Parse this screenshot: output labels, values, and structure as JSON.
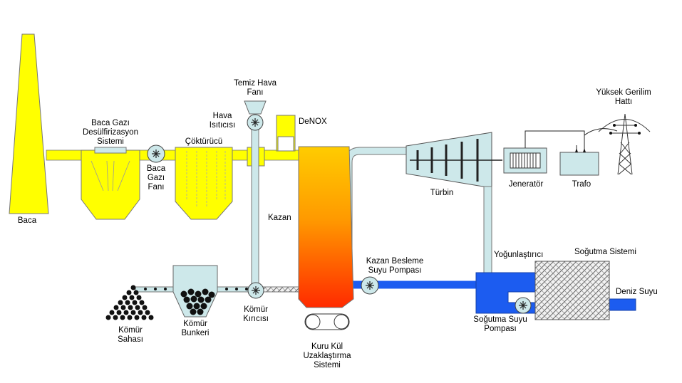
{
  "colors": {
    "yellow": "#ffff00",
    "pipe_light_blue": "#cde8ea",
    "water_blue": "#1c5cf0",
    "outline": "#555555"
  },
  "labels": {
    "baca": "Baca",
    "baca_gazi_desulf": [
      "Baca Gazı",
      "Desülfirizasyon",
      "Sistemi"
    ],
    "baca_gazi_fani": [
      "Baca",
      "Gazı",
      "Fanı"
    ],
    "cokturucu": "Çöktürücü",
    "temiz_hava_fani": [
      "Temiz Hava",
      "Fanı"
    ],
    "hava_isiticisi": [
      "Hava",
      "Isıtıcısı"
    ],
    "denox": "DeNOX",
    "kazan": "Kazan",
    "turbin": "Türbin",
    "jenerator": "Jeneratör",
    "trafo": "Trafo",
    "yuksek_gerilim_hatti": [
      "Yüksek Gerilim",
      "Hattı"
    ],
    "yogunlastirici": "Yoğunlaştırıcı",
    "sogutma_sistemi": "Soğutma Sistemi",
    "deniz_suyu": "Deniz Suyu",
    "kazan_besleme": [
      "Kazan Besleme",
      "Suyu Pompası"
    ],
    "sogutma_suyu_pompasi": [
      "Soğutma Suyu",
      "Pompası"
    ],
    "komur_kiricisi": [
      "Kömür",
      "Kırıcısı"
    ],
    "komur_bunkeri": [
      "Kömür",
      "Bunkeri"
    ],
    "komur_sahasi": [
      "Kömür",
      "Sahası"
    ],
    "kuru_kul": [
      "Kuru Kül",
      "Uzaklaştırma",
      "Sistemi"
    ]
  }
}
